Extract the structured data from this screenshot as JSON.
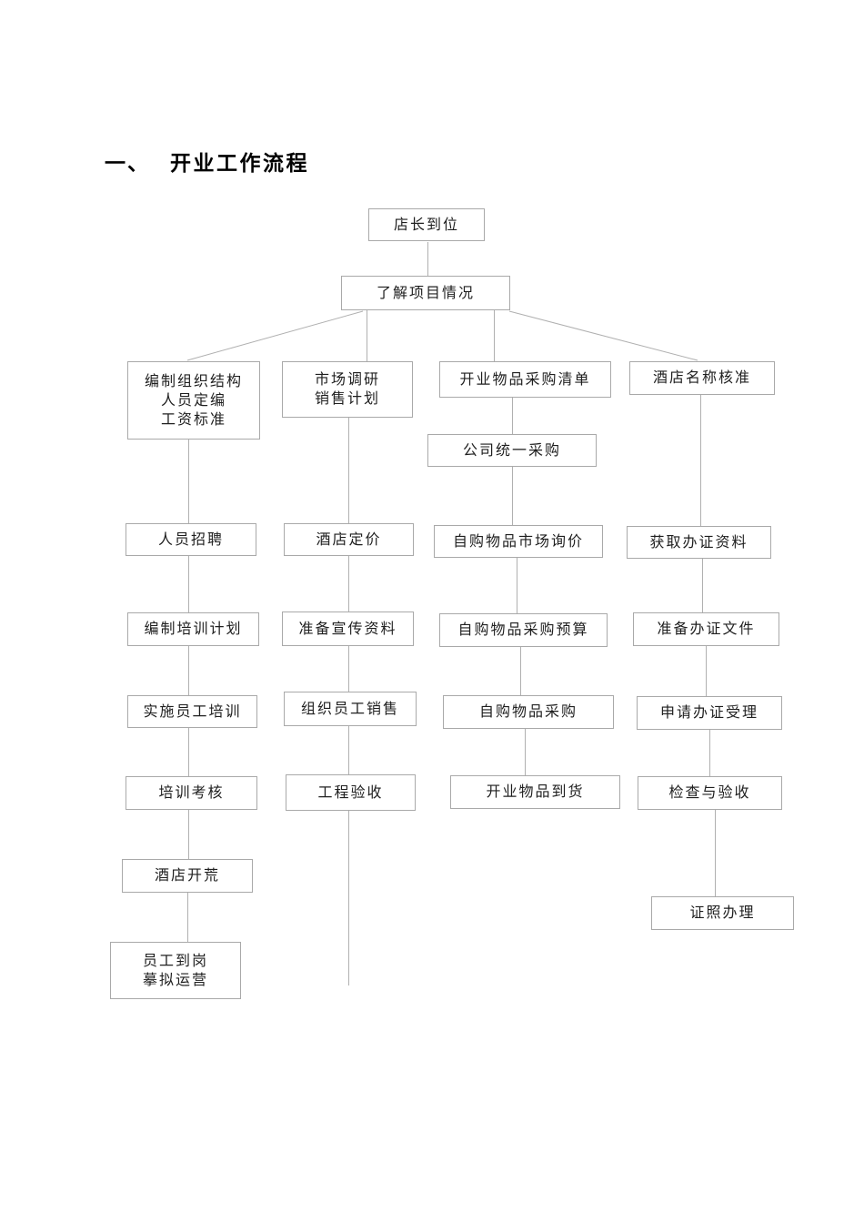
{
  "page": {
    "title_number": "一、",
    "title_text": "开业工作流程"
  },
  "colors": {
    "background": "#ffffff",
    "box_border": "#a9a9a9",
    "connector": "#b0b0b0",
    "text": "#1f1f1f"
  },
  "flowchart": {
    "nodes": [
      {
        "id": "store-manager-arrives",
        "label": "店长到位"
      },
      {
        "id": "understand-project",
        "label": "了解项目情况"
      },
      {
        "id": "org-structure-staffing-salary",
        "label": "编制组织结构\n人员定编\n工资标准"
      },
      {
        "id": "market-research-sales-plan",
        "label": "市场调研\n销售计划"
      },
      {
        "id": "opening-goods-procurement-list",
        "label": "开业物品采购清单"
      },
      {
        "id": "hotel-name-approval",
        "label": "酒店名称核准"
      },
      {
        "id": "company-unified-procurement",
        "label": "公司统一采购"
      },
      {
        "id": "staff-recruitment",
        "label": "人员招聘"
      },
      {
        "id": "hotel-pricing",
        "label": "酒店定价"
      },
      {
        "id": "self-purchase-market-inquiry",
        "label": "自购物品市场询价"
      },
      {
        "id": "obtain-license-materials",
        "label": "获取办证资料"
      },
      {
        "id": "training-plan",
        "label": "编制培训计划"
      },
      {
        "id": "promo-materials",
        "label": "准备宣传资料"
      },
      {
        "id": "self-purchase-budget",
        "label": "自购物品采购预算"
      },
      {
        "id": "prepare-license-documents",
        "label": "准备办证文件"
      },
      {
        "id": "implement-staff-training",
        "label": "实施员工培训"
      },
      {
        "id": "organize-staff-sales",
        "label": "组织员工销售"
      },
      {
        "id": "self-purchase-procurement",
        "label": "自购物品采购"
      },
      {
        "id": "license-application-acceptance",
        "label": "申请办证受理"
      },
      {
        "id": "training-assessment",
        "label": "培训考核"
      },
      {
        "id": "project-acceptance",
        "label": "工程验收"
      },
      {
        "id": "opening-goods-arrival",
        "label": "开业物品到货"
      },
      {
        "id": "inspection-and-acceptance",
        "label": "检查与验收"
      },
      {
        "id": "hotel-cleanup",
        "label": "酒店开荒"
      },
      {
        "id": "license-processing",
        "label": "证照办理"
      },
      {
        "id": "staff-onboard-trial-operation",
        "label": "员工到岗\n摹拟运营"
      }
    ]
  }
}
